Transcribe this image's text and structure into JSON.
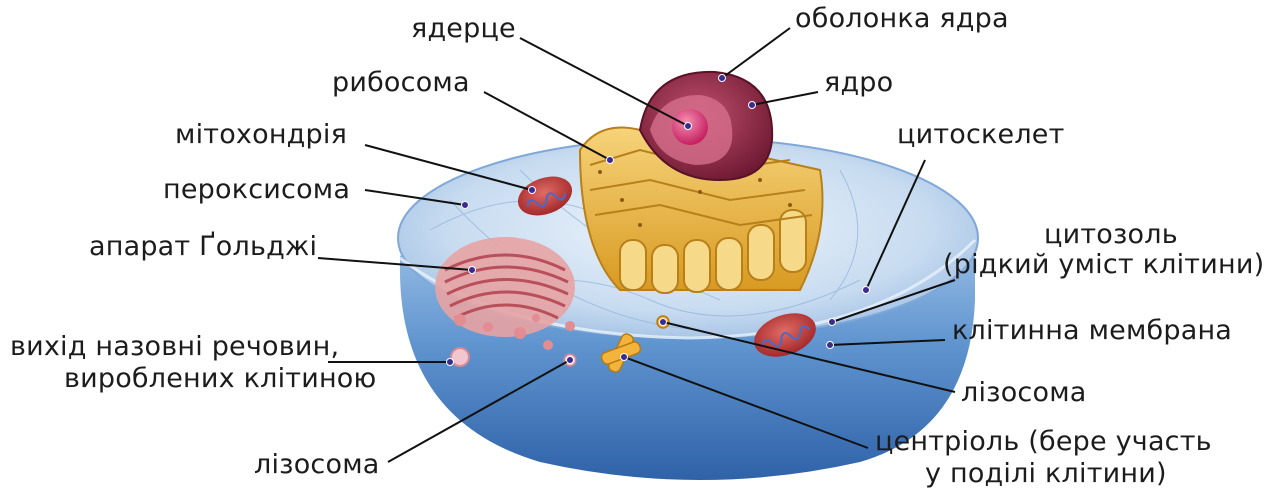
{
  "labels": {
    "nucleolus": "ядерце",
    "nuclear_envelope": "оболонка ядра",
    "nucleus": "ядро",
    "ribosome": "рибосома",
    "mitochondrion": "мітохондрія",
    "cytoskeleton": "цитоскелет",
    "peroxisome": "пероксисома",
    "golgi": "апарат Ґольджі",
    "cytosol_line1": "цитозоль",
    "cytosol_line2": "(рідкий уміст клітини)",
    "membrane": "клітинна мембрана",
    "secretion_line1": "вихід назовні речовин,",
    "secretion_line2": "вироблених клітиною",
    "lysosome_right": "лізосома",
    "lysosome_left": "лізосома",
    "centriole_line1": "центріоль (бере участь",
    "centriole_line2": "у поділі клітини)"
  },
  "colors": {
    "cell_body": "#4f86c6",
    "cytosol_top": "#cfe0f2",
    "er": "#e7b43a",
    "nucleus": "#9b2d4a",
    "nucleolus": "#d94a7a",
    "golgi": "#d98a8a",
    "mitochondria": "#c9413d",
    "leader": "#111111"
  }
}
